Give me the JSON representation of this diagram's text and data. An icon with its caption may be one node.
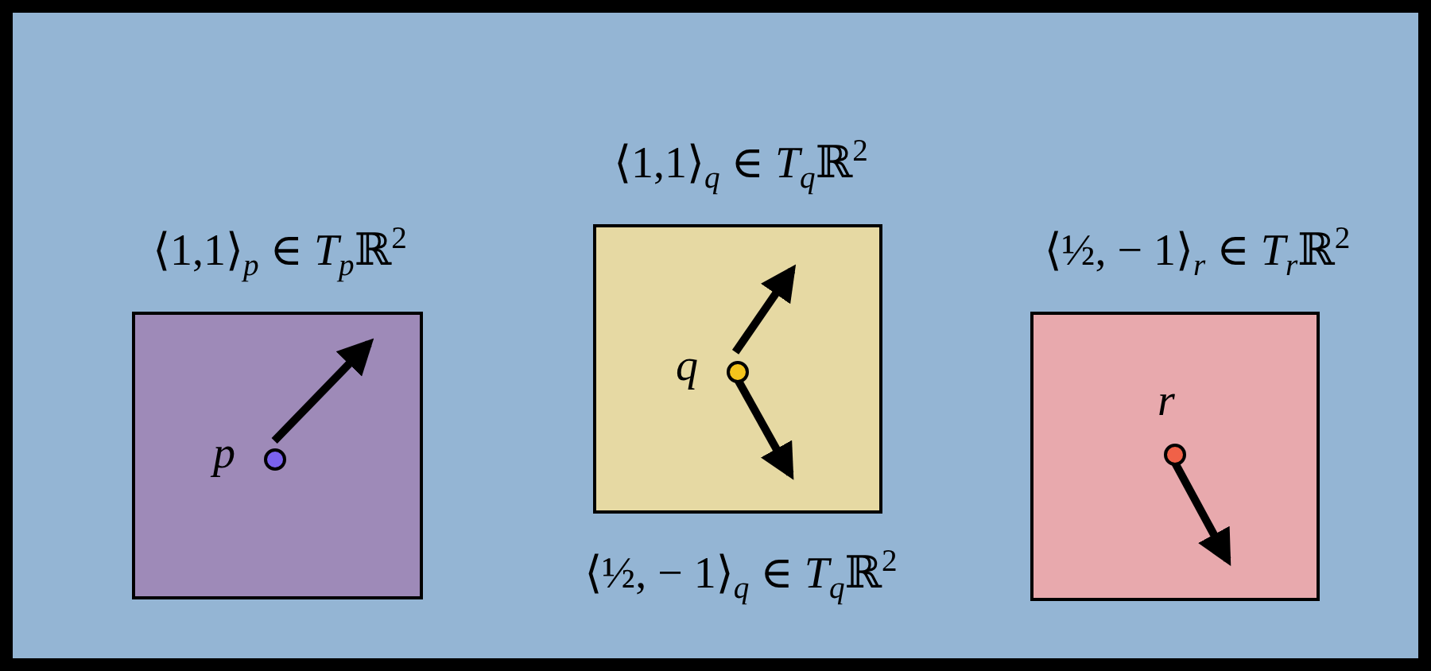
{
  "diagram": {
    "nodes": [
      {
        "text": [],
        "shape": "box"
      },
      {
        "text": [
          "⟨1,1⟩$_{p}$ ∈ *T*$_{p}$ℝ$^{2}$"
        ],
        "in": 0
      },
      {
        "text": [],
        "shape": "circle",
        "beside": [
          "p"
        ],
        "in": 1
      },
      {
        "text": [
          "⟨1,1⟩$_{q}$ ∈ *T*$_{q}$ℝ$^{2}$",
          "⟨½, − 1⟩$_{q}$ ∈ *T*$_{q}$ℝ$^{2}$"
        ],
        "in": 0
      },
      {
        "text": [],
        "shape": "circle",
        "beside": [
          "q"
        ],
        "in": 3
      },
      {
        "text": [
          "⟨½, − 1⟩$_{r}$ ∈ *T*$_{r}$ℝ$^{2}$"
        ],
        "in": 0
      },
      {
        "text": [],
        "shape": "circle",
        "beside": [
          "r"
        ],
        "in": 5
      }
    ],
    "edges": [
      {
        "from": 2,
        "to": null,
        "arrow": "to"
      },
      {
        "from": 4,
        "to": null,
        "arrow": "to"
      },
      {
        "from": 4,
        "to": null,
        "arrow": "to"
      },
      {
        "from": 6,
        "to": null,
        "arrow": "to"
      }
    ]
  }
}
